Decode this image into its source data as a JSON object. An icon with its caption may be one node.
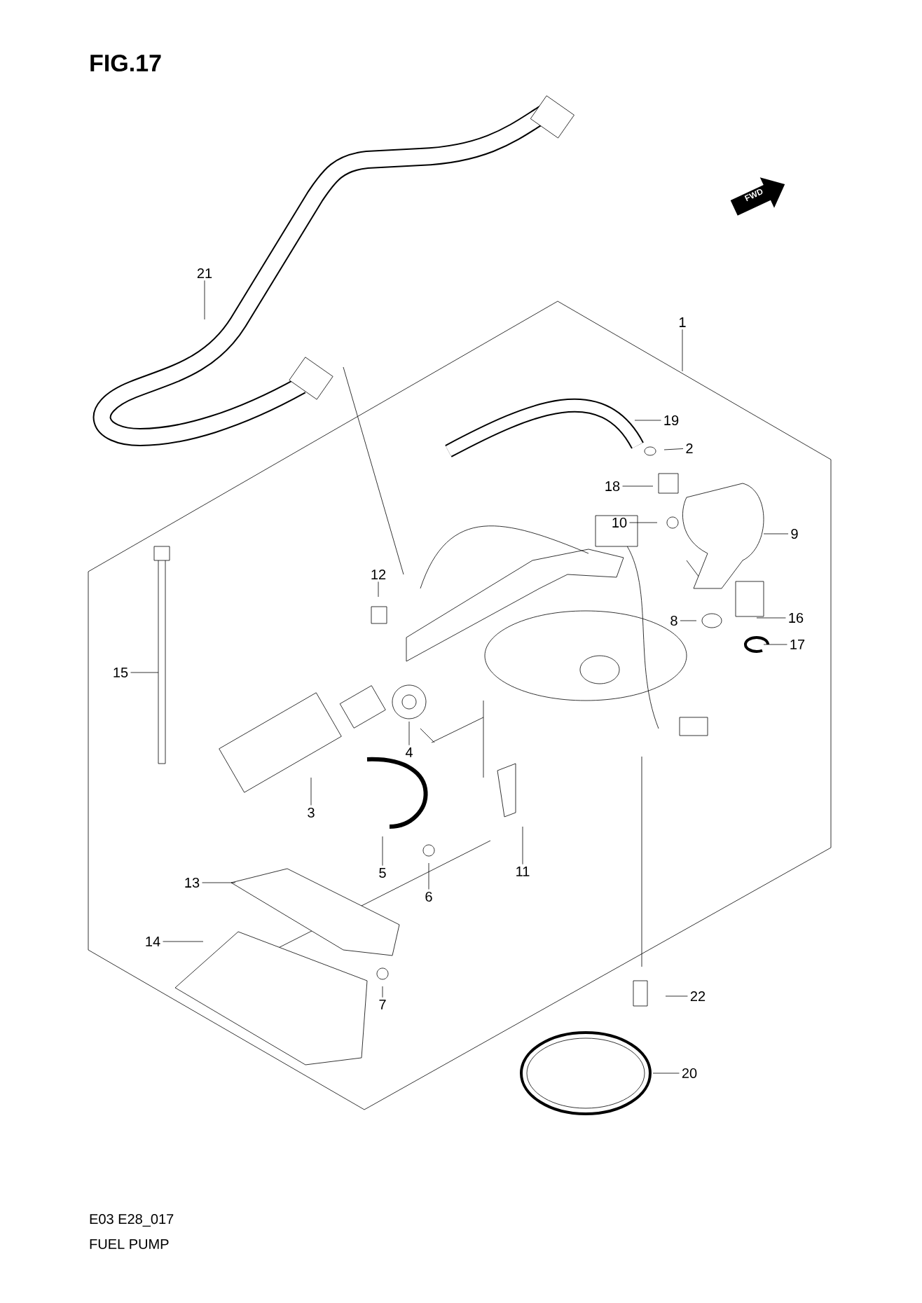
{
  "diagram": {
    "title": "FIG.17",
    "caption": "FUEL PUMP",
    "nodes": [
      {
        "text": [
          "21"
        ]
      },
      {
        "text": [
          "1"
        ]
      },
      {
        "text": [
          "19"
        ]
      },
      {
        "text": [
          "2"
        ]
      },
      {
        "text": [
          "18"
        ]
      },
      {
        "text": [
          "10"
        ]
      },
      {
        "text": [
          "9"
        ]
      },
      {
        "text": [
          "12"
        ]
      },
      {
        "text": [
          "8"
        ]
      },
      {
        "text": [
          "16"
        ]
      },
      {
        "text": [
          "17"
        ]
      },
      {
        "text": [
          "15"
        ]
      },
      {
        "text": [
          "4"
        ]
      },
      {
        "text": [
          "3"
        ]
      },
      {
        "text": [
          "5"
        ]
      },
      {
        "text": [
          "11"
        ]
      },
      {
        "text": [
          "13"
        ]
      },
      {
        "text": [
          "6"
        ]
      },
      {
        "text": [
          "14"
        ]
      },
      {
        "text": [
          "7"
        ]
      },
      {
        "text": [
          "22"
        ]
      },
      {
        "text": [
          "20"
        ]
      }
    ],
    "edges": [
      {
        "from": 0,
        "to": null,
        "arrow": "none"
      },
      {
        "from": 1,
        "to": null,
        "arrow": "none"
      },
      {
        "from": 2,
        "to": null,
        "arrow": "none"
      },
      {
        "from": 3,
        "to": null,
        "arrow": "none"
      },
      {
        "from": 4,
        "to": null,
        "arrow": "none"
      },
      {
        "from": 5,
        "to": null,
        "arrow": "none"
      },
      {
        "from": 6,
        "to": null,
        "arrow": "none"
      },
      {
        "from": 7,
        "to": null,
        "arrow": "none"
      },
      {
        "from": 8,
        "to": null,
        "arrow": "none"
      },
      {
        "from": 9,
        "to": null,
        "arrow": "none"
      },
      {
        "from": 10,
        "to": null,
        "arrow": "none"
      },
      {
        "from": 11,
        "to": null,
        "arrow": "none"
      },
      {
        "from": 12,
        "to": null,
        "arrow": "none"
      },
      {
        "from": 13,
        "to": null,
        "arrow": "none"
      },
      {
        "from": 14,
        "to": null,
        "arrow": "none"
      },
      {
        "from": 15,
        "to": null,
        "arrow": "none"
      },
      {
        "from": 16,
        "to": null,
        "arrow": "none"
      },
      {
        "from": 17,
        "to": null,
        "arrow": "none"
      },
      {
        "from": 18,
        "to": null,
        "arrow": "none"
      },
      {
        "from": 19,
        "to": null,
        "arrow": "none"
      },
      {
        "from": 20,
        "to": null,
        "arrow": "none"
      },
      {
        "from": 21,
        "to": null,
        "arrow": "none"
      }
    ],
    "labels": [
      "FWD",
      "E03 E28_017"
    ]
  }
}
